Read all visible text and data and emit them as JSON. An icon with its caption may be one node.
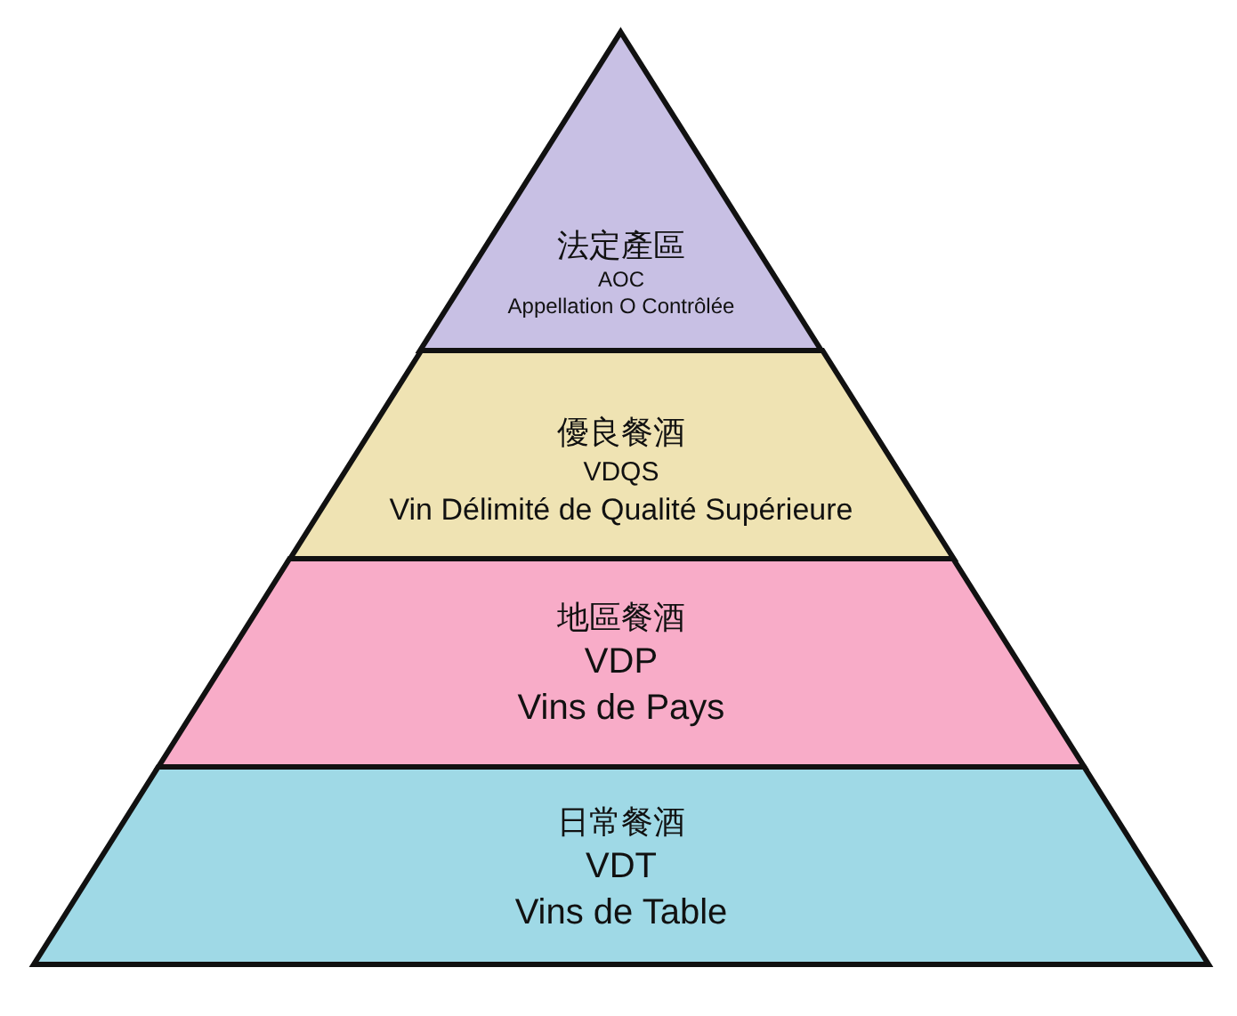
{
  "diagram": {
    "nodes": [
      {
        "text": [
          "法定產區",
          "AOC",
          "Appellation O Contrôlée"
        ]
      },
      {
        "text": [
          "優良餐酒",
          "VDQS",
          "Vin Délimité de Qualité Supérieure"
        ]
      },
      {
        "text": [
          "地區餐酒",
          "VDP",
          "Vins de Pays"
        ]
      },
      {
        "text": [
          "日常餐酒",
          "VDT",
          "Vins de Table"
        ]
      }
    ]
  }
}
